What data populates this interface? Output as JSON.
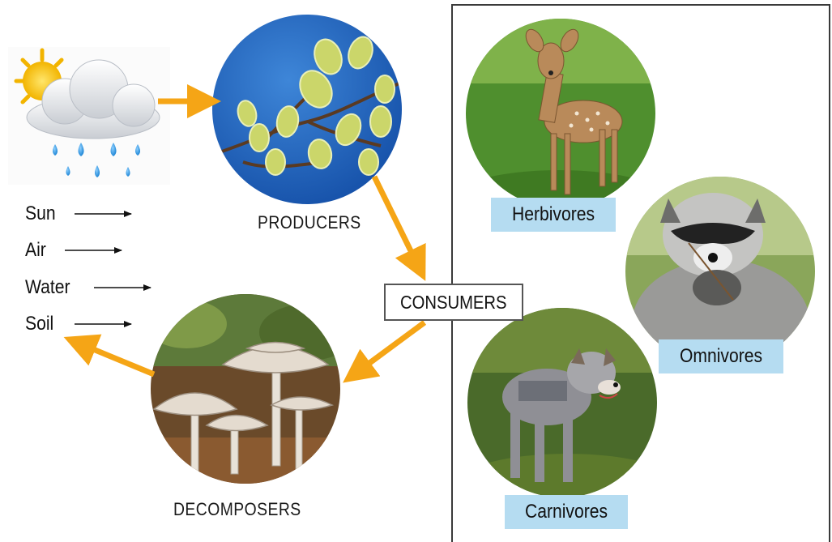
{
  "inputs": {
    "items": [
      "Sun",
      "Air",
      "Water",
      "Soil"
    ]
  },
  "nodes": {
    "producers": "PRODUCERS",
    "consumers": "CONSUMERS",
    "decomposers": "DECOMPOSERS"
  },
  "consumer_types": {
    "herbivores": "Herbivores",
    "omnivores": "Omnivores",
    "carnivores": "Carnivores"
  },
  "colors": {
    "arrow": "#f5a516",
    "tag_bg": "#b5dcf1",
    "border": "#3a3a3a"
  },
  "icons": [
    "sun-cloud-rain-icon",
    "willow-catkins-photo",
    "mushrooms-photo",
    "deer-photo",
    "raccoon-photo",
    "wolf-photo"
  ]
}
